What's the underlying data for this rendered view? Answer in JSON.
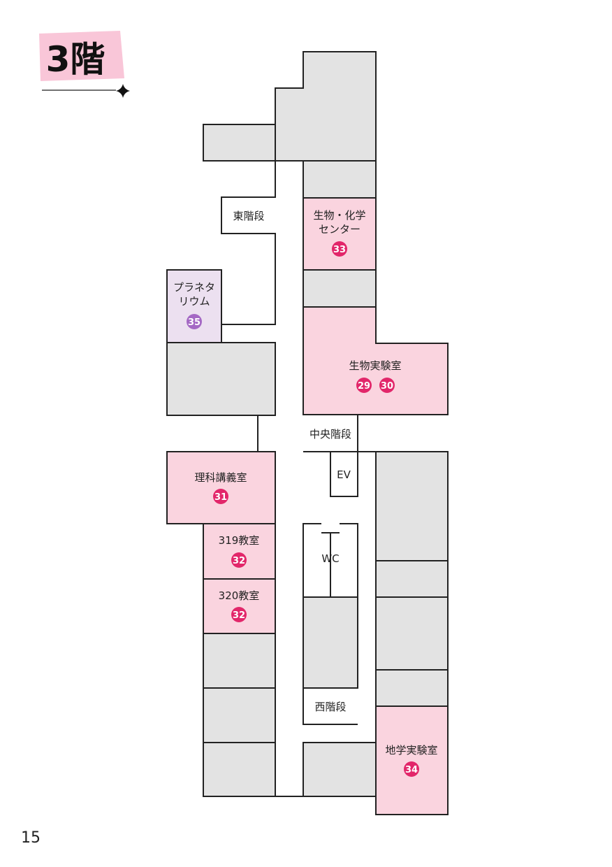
{
  "floor": {
    "label": "3階"
  },
  "page_number": "15",
  "colors": {
    "gray_room": "#e3e3e3",
    "pink_room": "#fad4df",
    "purple_room": "#ece0f0",
    "badge_pink": "#e2266a",
    "badge_purple": "#a468c4",
    "title_highlight": "#f9c6d8"
  },
  "rooms": {
    "east_stairs": "東階段",
    "biology_chem_center": [
      "生物・化学",
      "センター"
    ],
    "planetarium": [
      "プラネタ",
      "リウム"
    ],
    "biology_lab": "生物実験室",
    "central_stairs": "中央階段",
    "elevator": "EV",
    "science_lecture": "理科講義室",
    "room_319": "319教室",
    "room_320": "320教室",
    "wc": "WC",
    "west_stairs": "西階段",
    "earth_science_lab": "地学実験室"
  },
  "badges": {
    "biology_chem_center": "33",
    "planetarium": "35",
    "biology_lab_a": "29",
    "biology_lab_b": "30",
    "science_lecture": "31",
    "room_319": "32",
    "room_320": "32",
    "earth_science_lab": "34"
  }
}
